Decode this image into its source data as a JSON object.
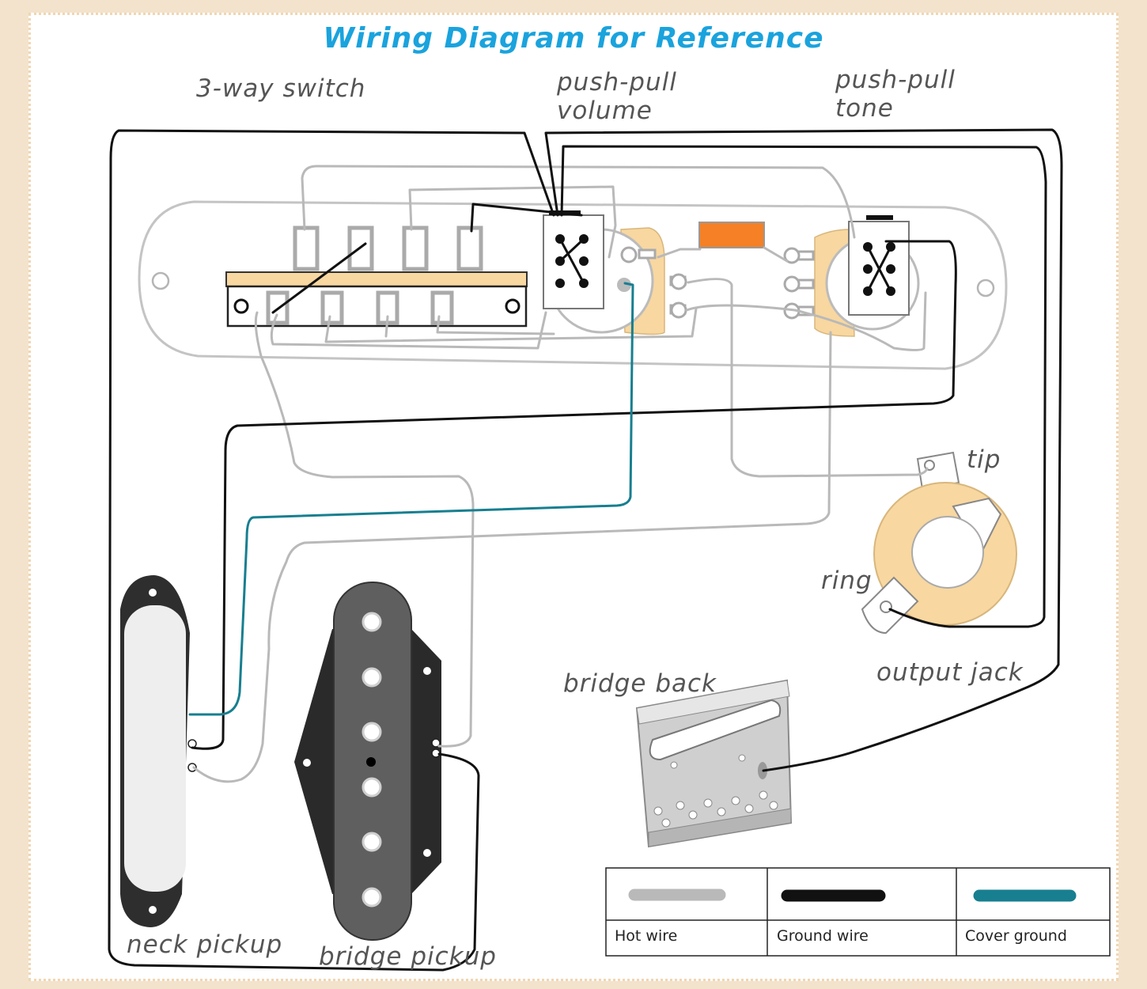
{
  "title": "Wiring Diagram for Reference",
  "labels": {
    "switch": "3-way switch",
    "volume_line1": "push-pull",
    "volume_line2": "volume",
    "tone_line1": "push-pull",
    "tone_line2": "tone",
    "tip": "tip",
    "ring": "ring",
    "output_jack": "output jack",
    "bridge_back": "bridge back",
    "neck_pickup": "neck pickup",
    "bridge_pickup": "bridge pickup"
  },
  "legend": [
    {
      "label": "Hot wire",
      "color": "#b9b9b9"
    },
    {
      "label": "Ground wire",
      "color": "#111111"
    },
    {
      "label": "Cover ground",
      "color": "#177f90"
    }
  ],
  "colors": {
    "background": "#f3e3cc",
    "title": "#1aa3dd",
    "hot_wire": "#b9b9b9",
    "ground_wire": "#111111",
    "cover_ground": "#177f90",
    "capacitor": "#f58025",
    "pot_body": "#f8d7a0",
    "switch_bar": "#f8d7a0"
  }
}
